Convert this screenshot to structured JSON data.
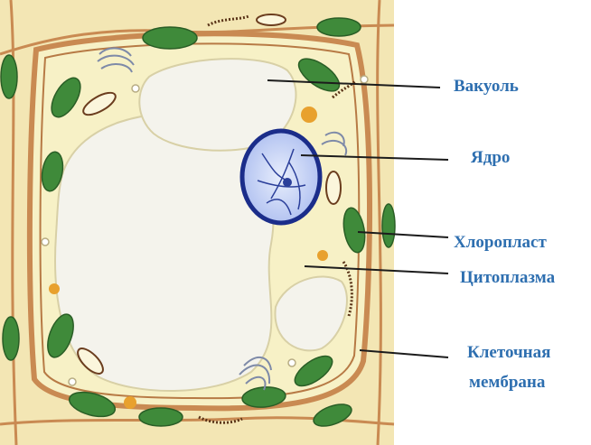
{
  "colors": {
    "label_text": "#2e6fb0",
    "leader_line": "#1c1c1c",
    "cell_wall": "#c98a52",
    "cytoplasm": "#f7f1c6",
    "vacuole": "#f4f3ec",
    "nucleus_outline": "#1b2d8a",
    "chloroplast": "#3f8a3a",
    "granule": "#e8a12e"
  },
  "labels": {
    "vacuole": "Вакуоль",
    "nucleus": "Ядро",
    "chloroplast": "Хлоропласт",
    "cytoplasm": "Цитоплазма",
    "membrane_line1": "Клеточная",
    "membrane_line2": "мембрана"
  },
  "icons": {
    "cell": "plant-cell-icon"
  }
}
